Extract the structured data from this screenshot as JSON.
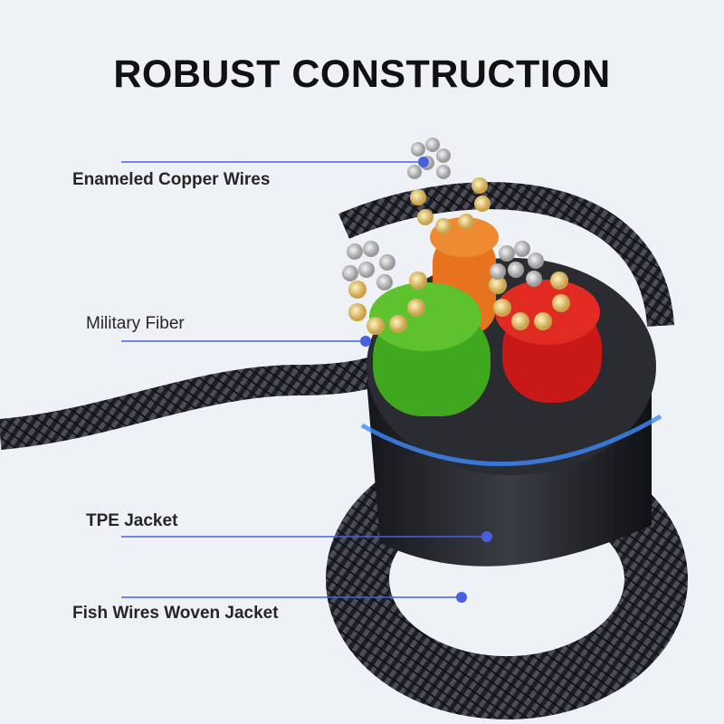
{
  "title": "ROBUST CONSTRUCTION",
  "labels": {
    "copper": "Enameled Copper Wires",
    "fiber": "Military Fiber",
    "tpe": "TPE Jacket",
    "woven": "Fish Wires Woven Jacket"
  },
  "colors": {
    "accent": "#4a5fe0",
    "background": "#eef1f6"
  }
}
